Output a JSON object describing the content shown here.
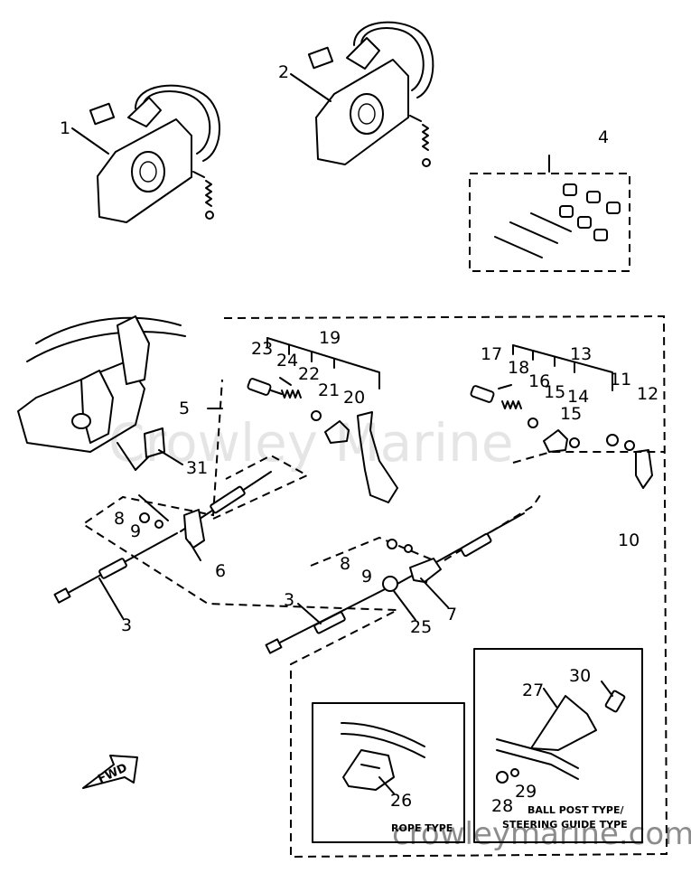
{
  "labels": {
    "p1": "1",
    "p2": "2",
    "p3a": "3",
    "p3b": "3",
    "p4": "4",
    "p5": "5",
    "p6": "6",
    "p7": "7",
    "p8a": "8",
    "p8b": "8",
    "p9a": "9",
    "p9b": "9",
    "p10": "10",
    "p11": "11",
    "p12": "12",
    "p13": "13",
    "p14": "14",
    "p15a": "15",
    "p15b": "15",
    "p16": "16",
    "p17": "17",
    "p18": "18",
    "p19": "19",
    "p20": "20",
    "p21": "21",
    "p22": "22",
    "p23": "23",
    "p24": "24",
    "p25": "25",
    "p26": "26",
    "p27": "27",
    "p28": "28",
    "p29": "29",
    "p30": "30",
    "p31": "31"
  },
  "captions": {
    "rope_type": "ROPE TYPE",
    "ball_post_line1": "BALL POST TYPE/",
    "ball_post_line2": "STEERING GUIDE TYPE"
  },
  "direction": {
    "fwd": "FWD"
  },
  "watermark": {
    "main": "Crowley Marine",
    "footer": "crowleymarine.com"
  }
}
